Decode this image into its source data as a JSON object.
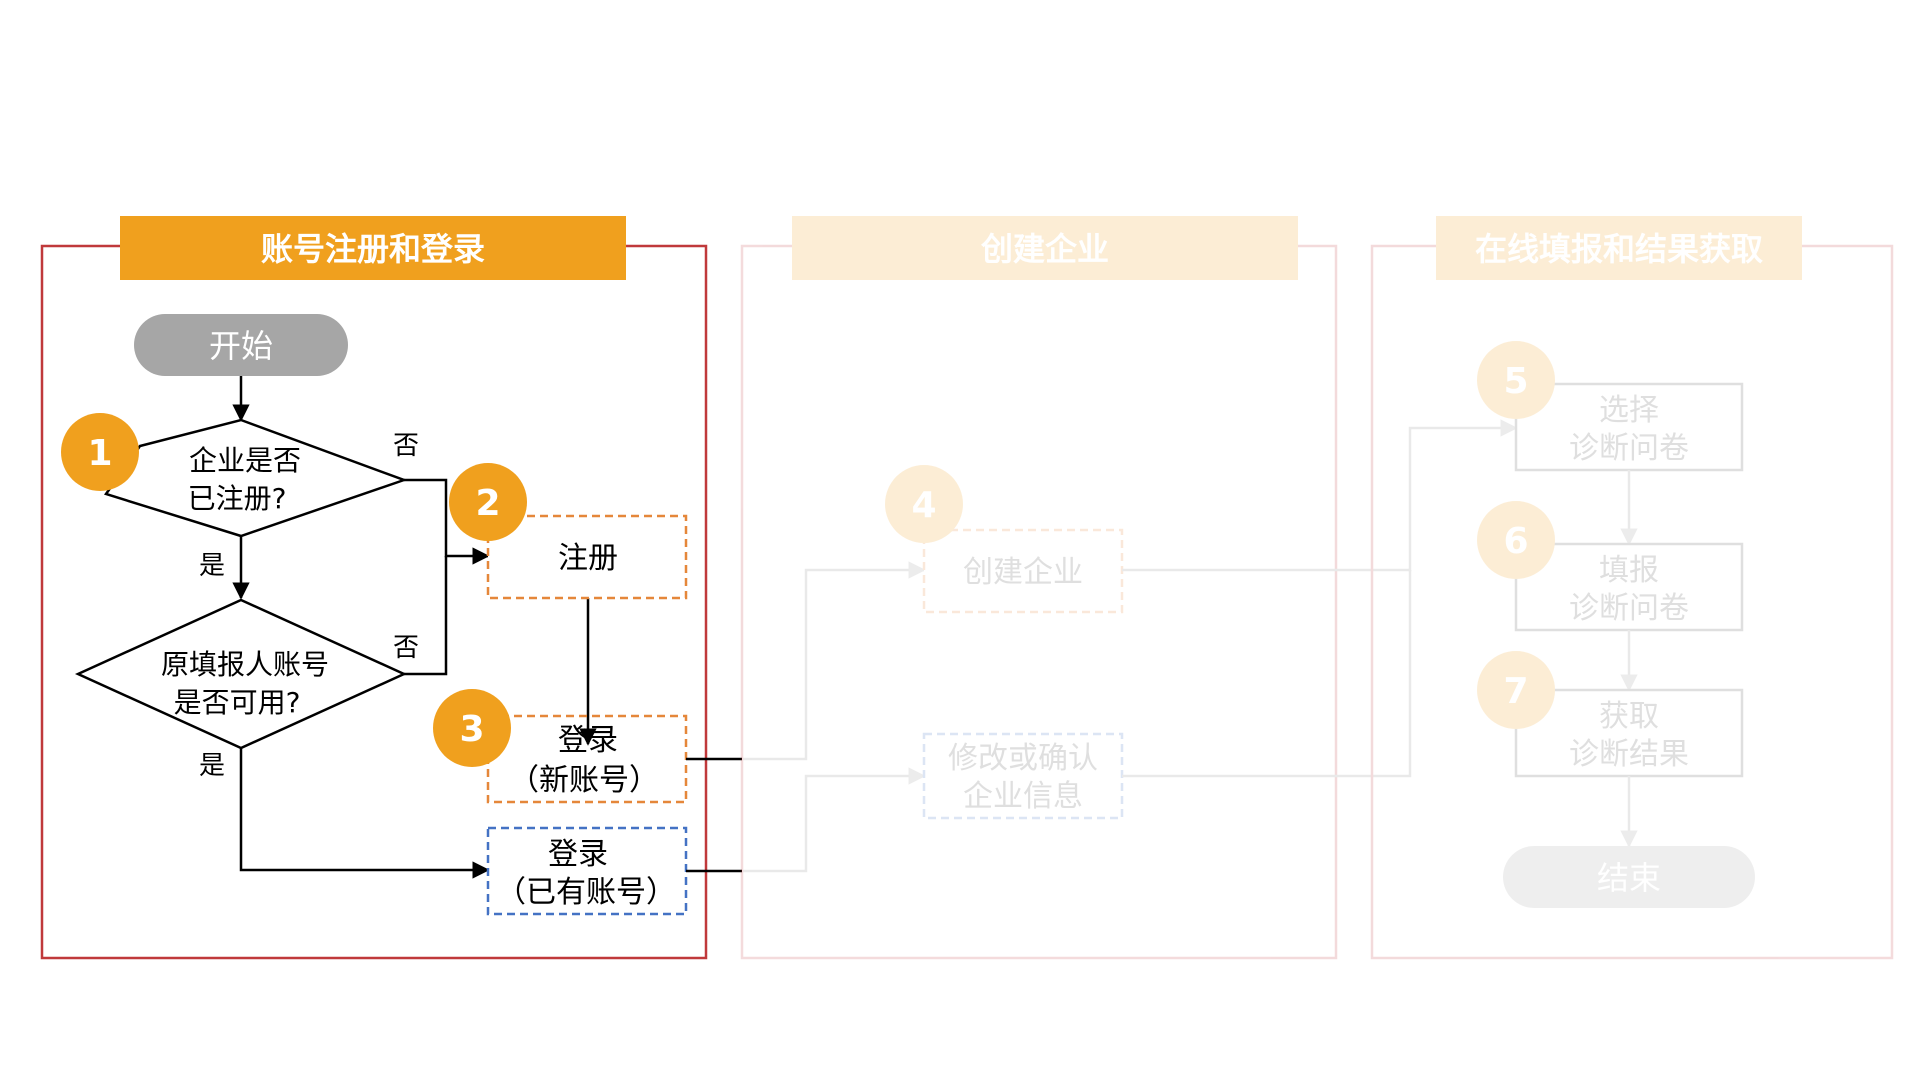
{
  "sections": [
    {
      "title": "账号注册和登录",
      "active": true
    },
    {
      "title": "创建企业",
      "active": false
    },
    {
      "title": "在线填报和结果获取",
      "active": false
    }
  ],
  "nodes": {
    "start": "开始",
    "decision1": [
      "企业是否",
      "已注册?"
    ],
    "decision2": [
      "原填报人账号",
      "是否可用?"
    ],
    "register": "注册",
    "login_new": [
      "登录",
      "（新账号）"
    ],
    "login_existing": [
      "登录",
      "（已有账号）"
    ],
    "create_company": "创建企业",
    "modify_company": [
      "修改或确认",
      "企业信息"
    ],
    "select_questionnaire": [
      "选择",
      "诊断问卷"
    ],
    "fill_questionnaire": [
      "填报",
      "诊断问卷"
    ],
    "get_result": [
      "获取",
      "诊断结果"
    ],
    "end": "结束"
  },
  "edge_labels": {
    "d1_no": "否",
    "d1_yes": "是",
    "d2_no": "否",
    "d2_yes": "是"
  },
  "steps": [
    "1",
    "2",
    "3",
    "4",
    "5",
    "6",
    "7"
  ],
  "colors": {
    "accent": "#f0a01e",
    "section_border": "#c0393b",
    "start_fill": "#a6a6a6",
    "new_account_border": "#e5873a",
    "existing_account_border": "#4472c4",
    "faded_opacity": "0.18"
  }
}
